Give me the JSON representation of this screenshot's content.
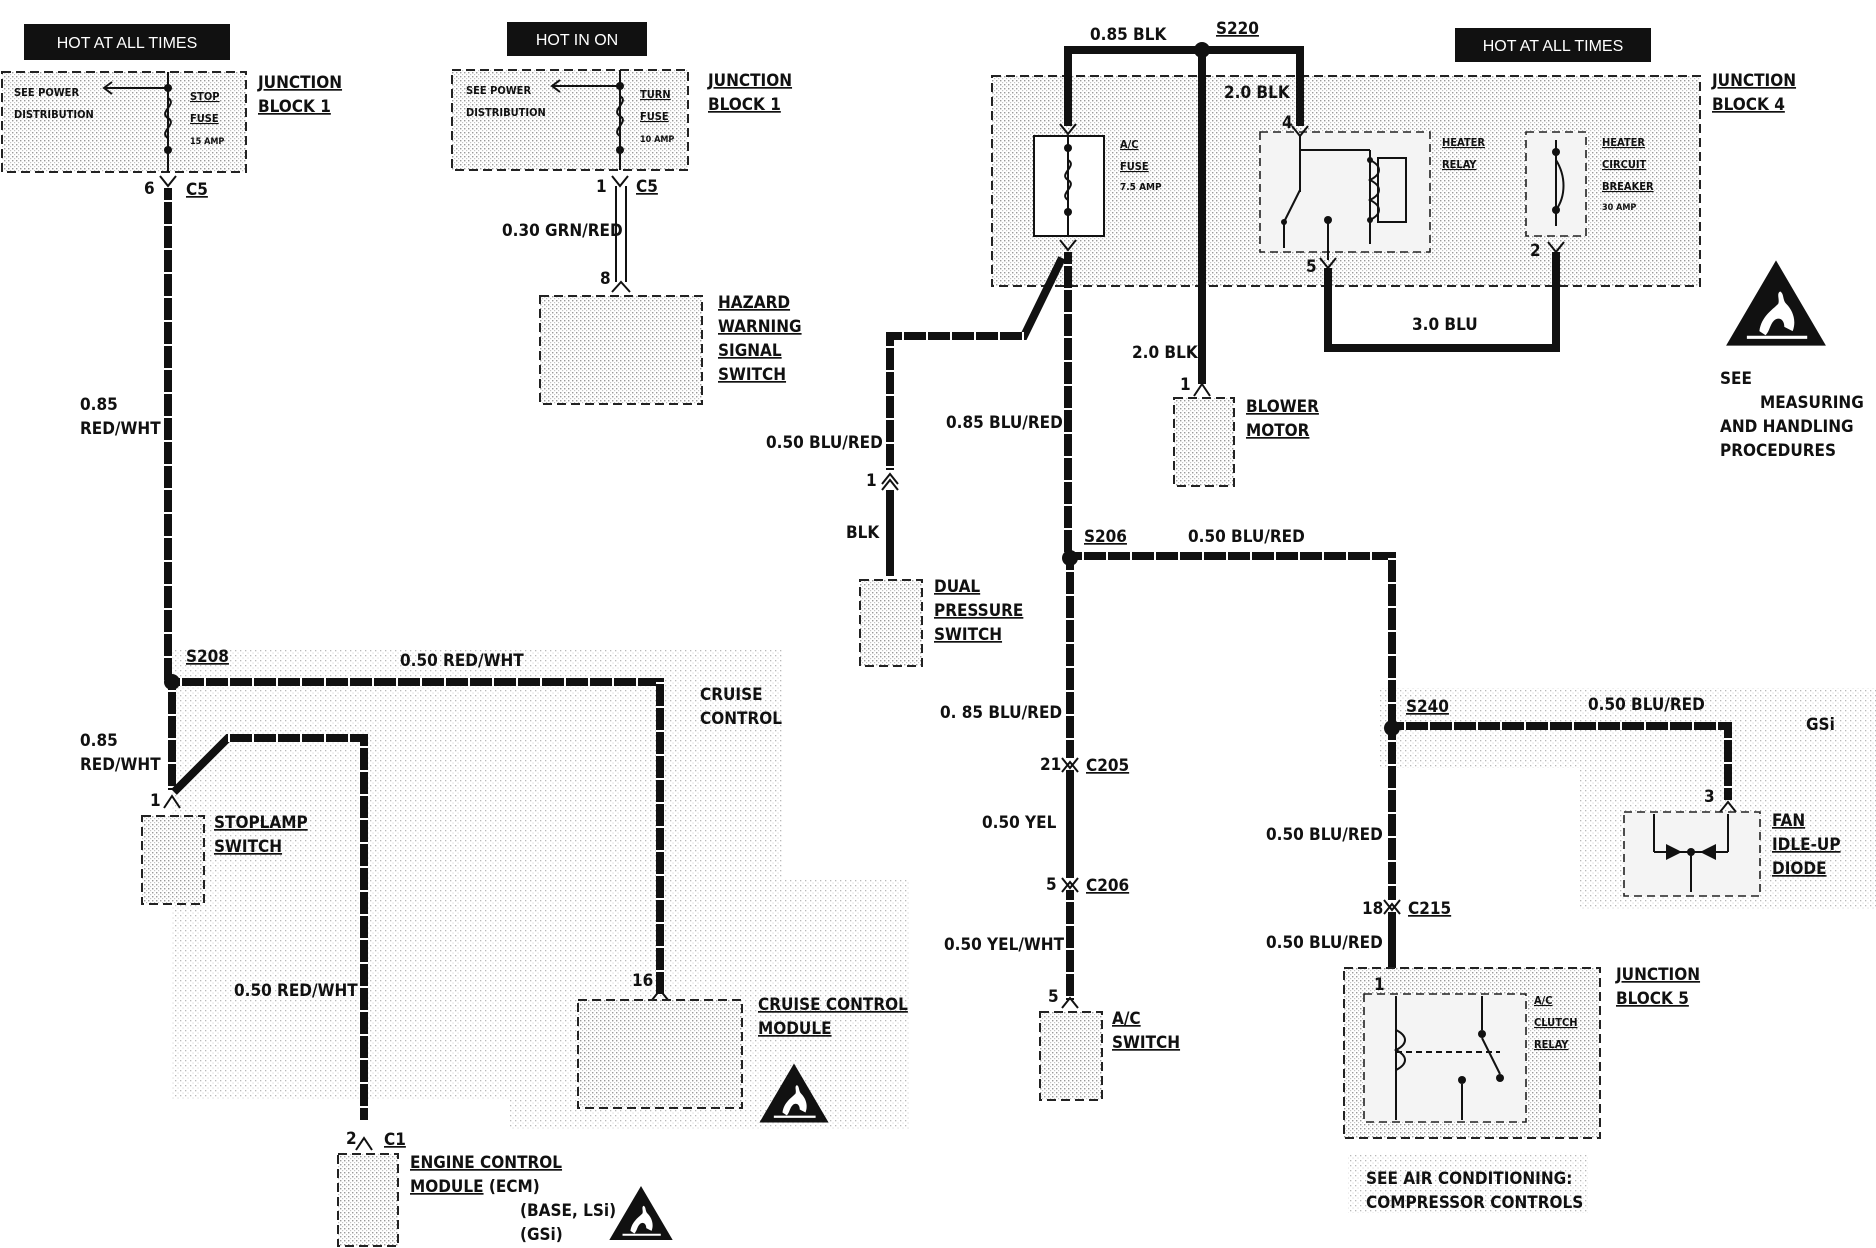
{
  "headers": {
    "hot_all_times_left": "HOT AT ALL TIMES",
    "hot_in_on": "HOT IN ON",
    "hot_all_times_right": "HOT AT ALL TIMES"
  },
  "junction_block_1_left": {
    "title_line1": "JUNCTION",
    "title_line2": "BLOCK 1",
    "see_line1": "SEE POWER",
    "see_line2": "DISTRIBUTION",
    "fuse_line1": "STOP",
    "fuse_line2": "FUSE",
    "fuse_rating": "15 AMP",
    "pin": "6",
    "connector": "C5"
  },
  "junction_block_1_mid": {
    "title_line1": "JUNCTION",
    "title_line2": "BLOCK 1",
    "see_line1": "SEE POWER",
    "see_line2": "DISTRIBUTION",
    "fuse_line1": "TURN",
    "fuse_line2": "FUSE",
    "fuse_rating": "10 AMP",
    "pin": "1",
    "connector": "C5"
  },
  "junction_block_4": {
    "title_line1": "JUNCTION",
    "title_line2": "BLOCK 4",
    "ac_fuse_line1": "A/C",
    "ac_fuse_line2": "FUSE",
    "ac_fuse_rating": "7.5 AMP",
    "relay_line1": "HEATER",
    "relay_line2": "RELAY",
    "breaker_line1": "HEATER",
    "breaker_line2": "CIRCUIT",
    "breaker_line3": "BREAKER",
    "breaker_rating": "30 AMP",
    "pin4": "4",
    "pin5": "5",
    "pin2": "2"
  },
  "wires": {
    "w1": "0.85",
    "w1b": "RED/WHT",
    "w2": "0.85",
    "w2b": "RED/WHT",
    "w3": "0.50 RED/WHT",
    "w4": "0.50 RED/WHT",
    "w5": "0.30 GRN/RED",
    "w6": "0.85 BLK",
    "w7": "2.0 BLK",
    "w8": "2.0 BLK",
    "w9": "3.0 BLU",
    "w10": "0.50 BLU/RED",
    "w11": "BLK",
    "w12": "0.85 BLU/RED",
    "w13": "0.50 BLU/RED",
    "w14": "0. 85 BLU/RED",
    "w15": "0.50 YEL",
    "w16": "0.50 YEL/WHT",
    "w17": "0.50 BLU/RED",
    "w18": "0.50 BLU/RED",
    "w19": "0.50 BLU/RED"
  },
  "splices": {
    "s208": "S208",
    "s220": "S220",
    "s206": "S206",
    "s240": "S240"
  },
  "connectors": {
    "c205_pin": "21",
    "c205": "C205",
    "c206_pin": "5",
    "c206": "C206",
    "c215_pin": "18",
    "c215": "C215",
    "c1_pin": "2",
    "c1": "C1"
  },
  "components": {
    "hazard_line1": "HAZARD",
    "hazard_line2": "WARNING",
    "hazard_line3": "SIGNAL",
    "hazard_line4": "SWITCH",
    "hazard_pin": "8",
    "stoplamp_line1": "STOPLAMP",
    "stoplamp_line2": "SWITCH",
    "stoplamp_pin": "1",
    "cruise_region_line1": "CRUISE",
    "cruise_region_line2": "CONTROL",
    "cruise_module_line1": "CRUISE CONTROL",
    "cruise_module_line2": "MODULE",
    "cruise_pin": "16",
    "ecm_line1": "ENGINE CONTROL",
    "ecm_line2a": "MODULE",
    "ecm_line2b": " (ECM)",
    "ecm_line3": "(BASE, LSi)",
    "ecm_line4": "(GSi)",
    "blower_line1": "BLOWER",
    "blower_line2": "MOTOR",
    "blower_pin": "1",
    "dual_line1": "DUAL",
    "dual_line2": "PRESSURE",
    "dual_line3": "SWITCH",
    "dual_pin": "1",
    "ac_switch_line1": "A/C",
    "ac_switch_line2": "SWITCH",
    "ac_switch_pin": "5",
    "gsi": "GSi",
    "fan_line1": "FAN",
    "fan_line2": "IDLE-UP",
    "fan_line3": "DIODE",
    "fan_pin": "3",
    "jb5_line1": "JUNCTION",
    "jb5_line2": "BLOCK 5",
    "clutch_line1": "A/C",
    "clutch_line2": "CLUTCH",
    "clutch_line3": "RELAY",
    "jb5_pin": "1",
    "see_ac_line1": "SEE AIR CONDITIONING:",
    "see_ac_line2": "COMPRESSOR CONTROLS",
    "esd_line1": "SEE",
    "esd_line2": "MEASURING",
    "esd_line3": "AND HANDLING",
    "esd_line4": "PROCEDURES"
  }
}
